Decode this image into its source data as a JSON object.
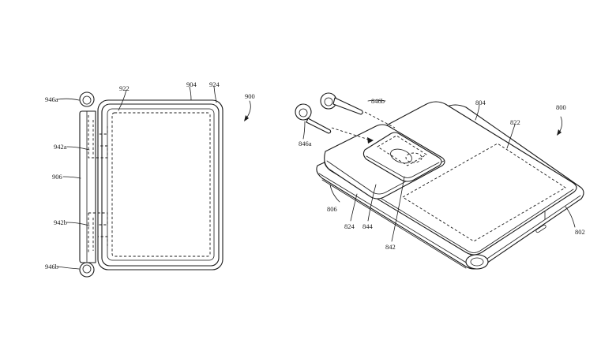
{
  "figure_900": {
    "reference": "900",
    "labels": {
      "earbud_top": "946a",
      "earbud_bottom": "946b",
      "holder_top": "942a",
      "holder_bottom": "942b",
      "case": "906",
      "display": "922",
      "device": "904",
      "device_edge": "924"
    }
  },
  "figure_800": {
    "reference": "800",
    "labels": {
      "earbud_left": "846a",
      "earbud_right": "846b",
      "device": "804",
      "display": "822",
      "case": "806",
      "case_edge": "802",
      "pocket": "824",
      "pocket_cover": "844",
      "holder": "842"
    }
  }
}
